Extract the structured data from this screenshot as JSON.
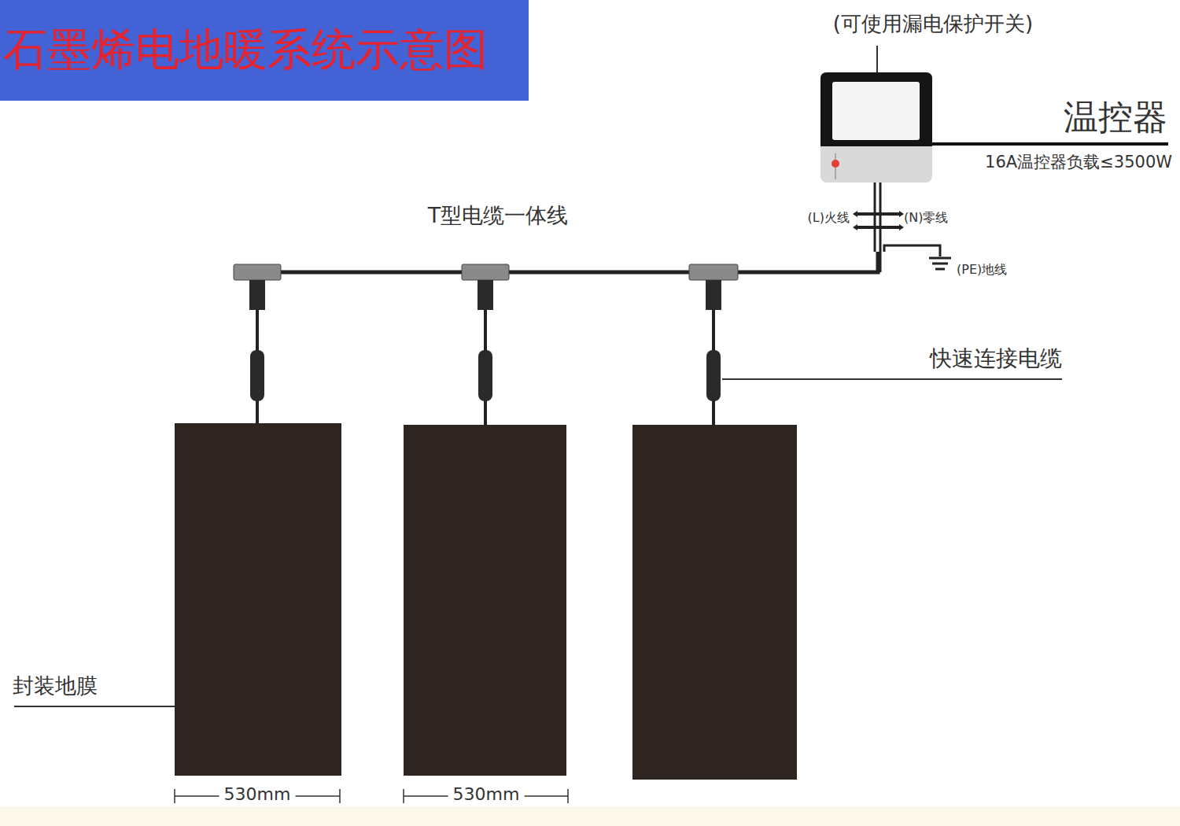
{
  "diagram": {
    "title": "石墨烯电地暖系统示意图",
    "labels": [
      "(可使用漏电保护开关)",
      "温控器",
      "16A温控器负载≤3500W",
      "T型电缆一体线",
      "(L)火线",
      "(N)零线",
      "(PE)地线",
      "快速连接电缆",
      "封装地膜",
      "530mm",
      "530mm"
    ]
  }
}
